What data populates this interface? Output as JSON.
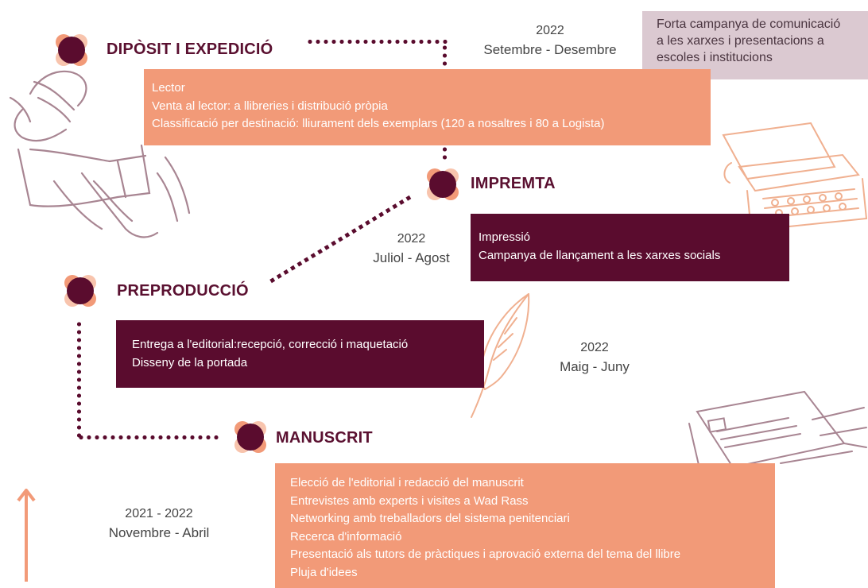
{
  "stages": {
    "diposit": {
      "title": "DIPÒSIT I EXPEDICIÓ",
      "items": [
        "Lector",
        "Venta al lector: a llibreries i distribució pròpia",
        "Classificació per destinació: lliurament dels exemplars (120 a nosaltres i 80 a Logista)"
      ],
      "year": "2022",
      "period": "Setembre - Desembre",
      "note": [
        "Forta campanya de comunicació",
        "a les xarxes i presentacions a",
        "escoles i institucions"
      ]
    },
    "impremta": {
      "title": "IMPREMTA",
      "items": [
        "Impressió",
        "Campanya de llançament a les xarxes socials"
      ],
      "year": "2022",
      "period": "Juliol - Agost"
    },
    "preproduccio": {
      "title": "PREPRODUCCIÓ",
      "items": [
        "Entrega a l'editorial:recepció, correcció i maquetació",
        "Disseny de la portada"
      ],
      "year": "2022",
      "period": "Maig - Juny"
    },
    "manuscrit": {
      "title": "MANUSCRIT",
      "items": [
        "Elecció de l'editorial i redacció del manuscrit",
        "Entrevistes amb experts i visites a Wad Rass",
        "Networking amb treballadors del sistema penitenciari",
        "Recerca d'informació",
        "Presentació als tutors de pràctiques i aprovació externa del tema del llibre",
        "Pluja d'idees"
      ],
      "year": "2021 - 2022",
      "period": "Novembre - Abril"
    }
  },
  "colors": {
    "maroon": "#5a0c2e",
    "salmon": "#f29a78",
    "mauve": "#a5788c",
    "sketch": "#a88592",
    "sketch_orange": "#f0b090"
  },
  "icons": [
    "hands-book-illustration",
    "typewriter-illustration",
    "feather-quill-illustration",
    "newspaper-illustration",
    "up-arrow-icon",
    "flower-marker-icon"
  ]
}
